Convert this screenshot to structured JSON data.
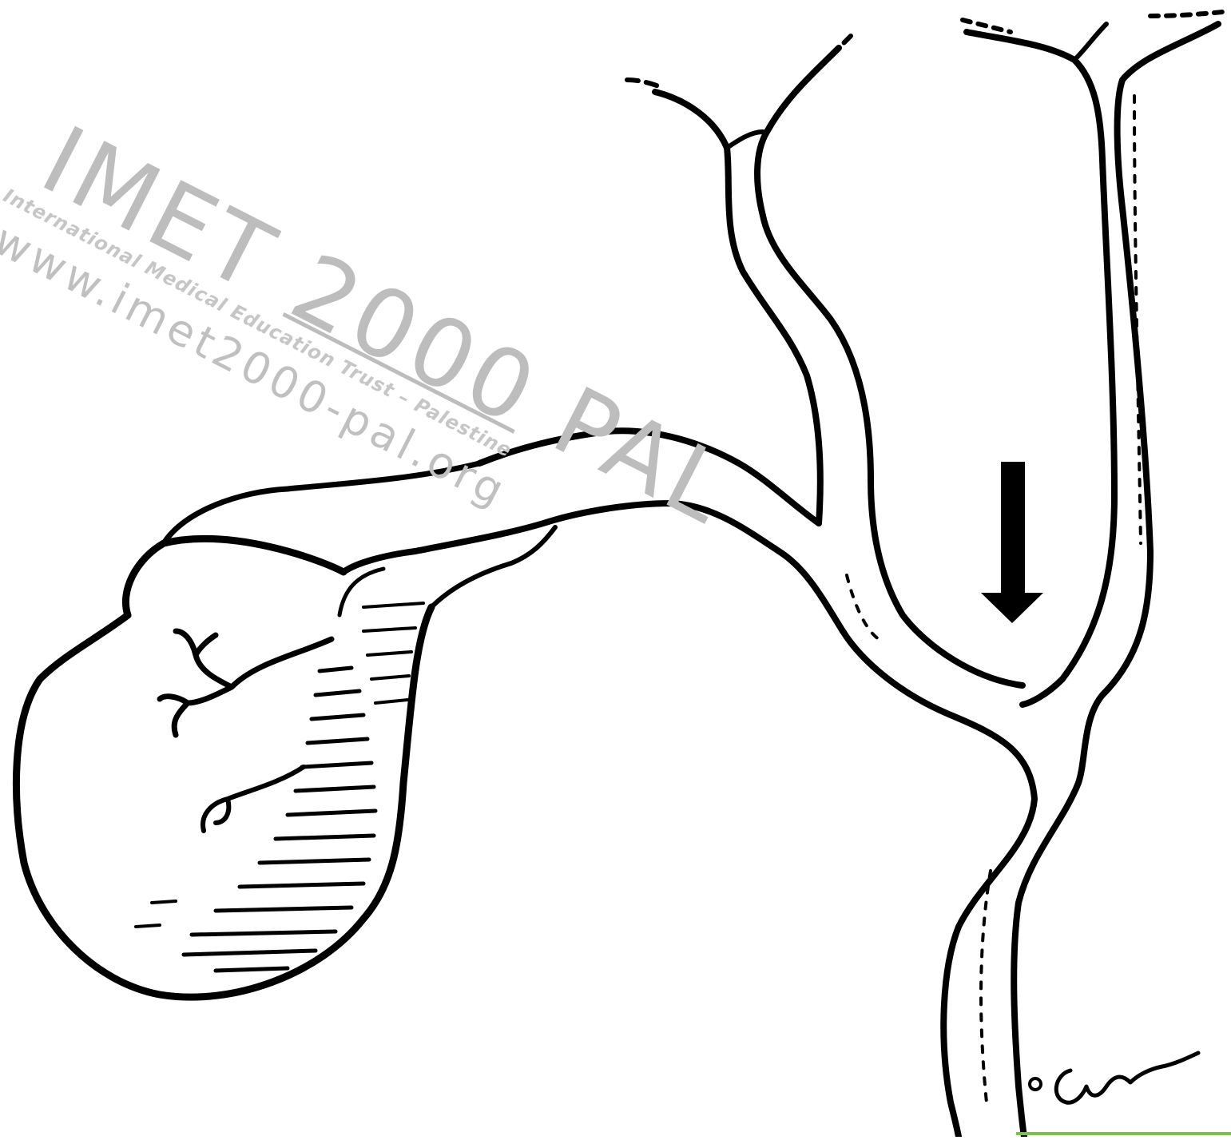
{
  "watermark": {
    "title_prefix": "IMET ",
    "title_year": "2000",
    "title_suffix": " PAL",
    "subtitle": "International Medical Education Trust – Palestine",
    "url": "www.imet2000-pal.org"
  },
  "signature": "CWright",
  "colors": {
    "line": "#000000",
    "watermark": "#bdbdbd",
    "footer_rule": "#7cc04a"
  }
}
